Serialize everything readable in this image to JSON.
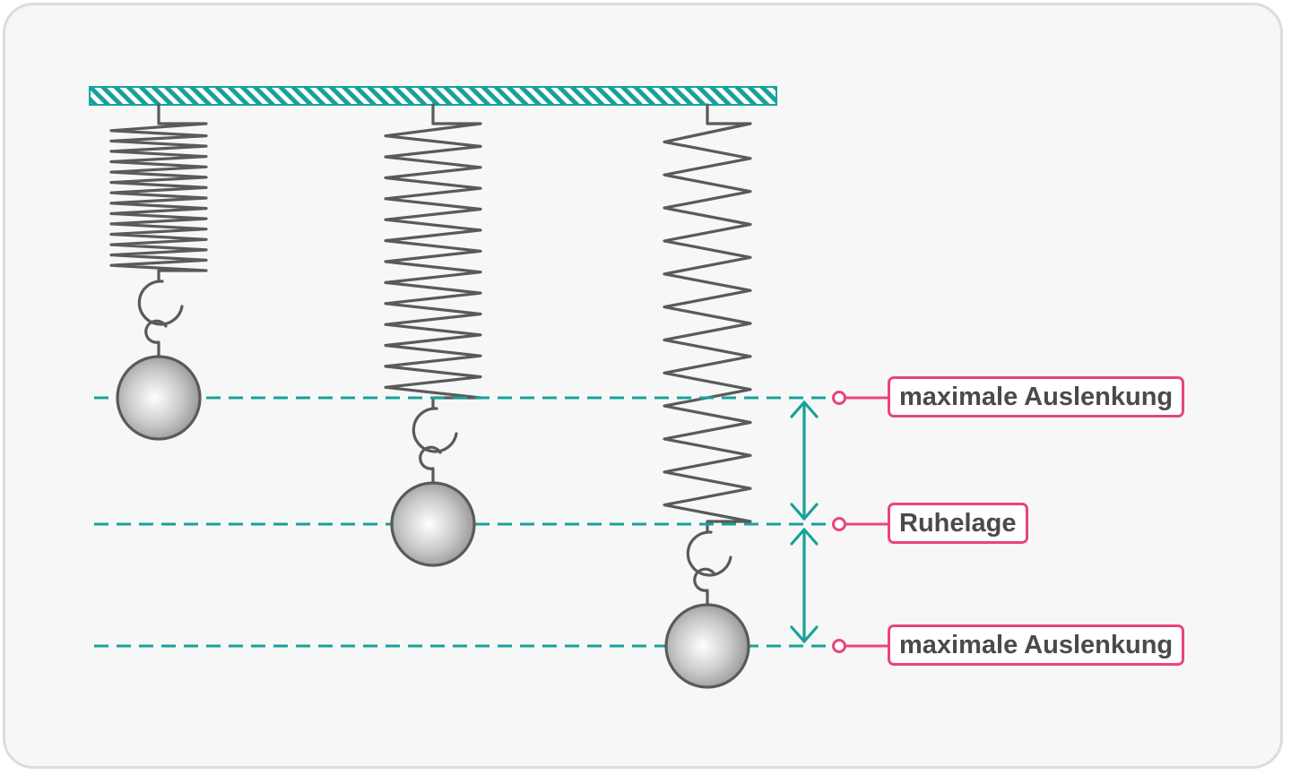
{
  "labels": {
    "upper": "maximale Auslenkung",
    "rest": "Ruhelage",
    "lower": "maximale Auslenkung"
  },
  "colors": {
    "accent": "#18a19a",
    "label_border": "#e8457b",
    "spring": "#5a5a5a",
    "background": "#f7f7f7"
  }
}
